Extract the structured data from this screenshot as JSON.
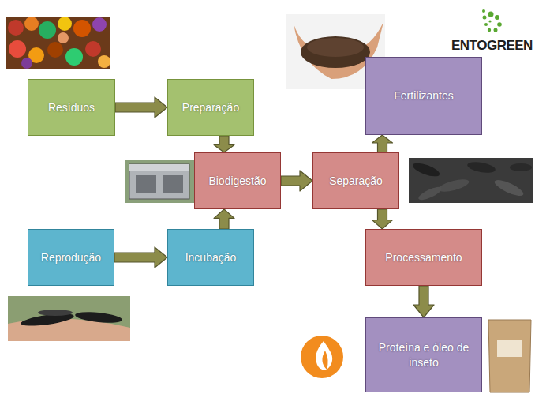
{
  "diagram": {
    "nodes": [
      {
        "text": [
          "Resíduos"
        ]
      },
      {
        "text": [
          "Preparação"
        ]
      },
      {
        "text": [
          "Fertilizantes"
        ]
      },
      {
        "text": [
          "Biodigestão"
        ]
      },
      {
        "text": [
          "Separação"
        ]
      },
      {
        "text": [
          "Reprodução"
        ]
      },
      {
        "text": [
          "Incubação"
        ]
      },
      {
        "text": [
          "Processamento"
        ]
      },
      {
        "text": [
          "Proteína e óleo de inseto"
        ]
      }
    ],
    "edges": [
      {
        "from": 0,
        "to": 1,
        "arrow": "to"
      },
      {
        "from": 1,
        "to": 3,
        "arrow": "to"
      },
      {
        "from": 5,
        "to": 6,
        "arrow": "to"
      },
      {
        "from": 6,
        "to": 3,
        "arrow": "to"
      },
      {
        "from": 3,
        "to": 4,
        "arrow": "to"
      },
      {
        "from": 4,
        "to": 2,
        "arrow": "to"
      },
      {
        "from": 4,
        "to": 7,
        "arrow": "to"
      },
      {
        "from": 7,
        "to": 8,
        "arrow": "to"
      }
    ],
    "labels": [
      "ENTOGREEN"
    ]
  }
}
